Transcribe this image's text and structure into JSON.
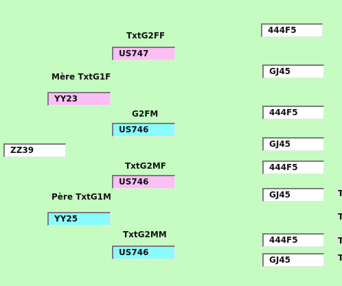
{
  "tree": {
    "root": {
      "value": "ZZ39"
    },
    "mother": {
      "label": "Mère TxtG1F",
      "value": "YY23"
    },
    "father": {
      "label": "Père TxtG1M",
      "value": "YY25"
    },
    "gp_ff": {
      "label": "TxtG2FF",
      "value": "US747"
    },
    "gp_fm": {
      "label": "G2FM",
      "value": "US746"
    },
    "gp_mf": {
      "label": "TxtG2MF",
      "value": "US746"
    },
    "gp_mm": {
      "label": "TxtG2MM",
      "value": "US746"
    }
  },
  "right_column": {
    "fields": [
      "444F5",
      "GJ45",
      "444F5",
      "GJ45",
      "444F5",
      "GJ45",
      "444F5",
      "GJ45"
    ],
    "edge_marks": [
      "T",
      "T",
      "T",
      "T"
    ]
  },
  "colors": {
    "background": "#c6fcc2",
    "female_field": "#fbbef5",
    "male_field": "#88fdfc",
    "plain_field": "#ffffff"
  }
}
